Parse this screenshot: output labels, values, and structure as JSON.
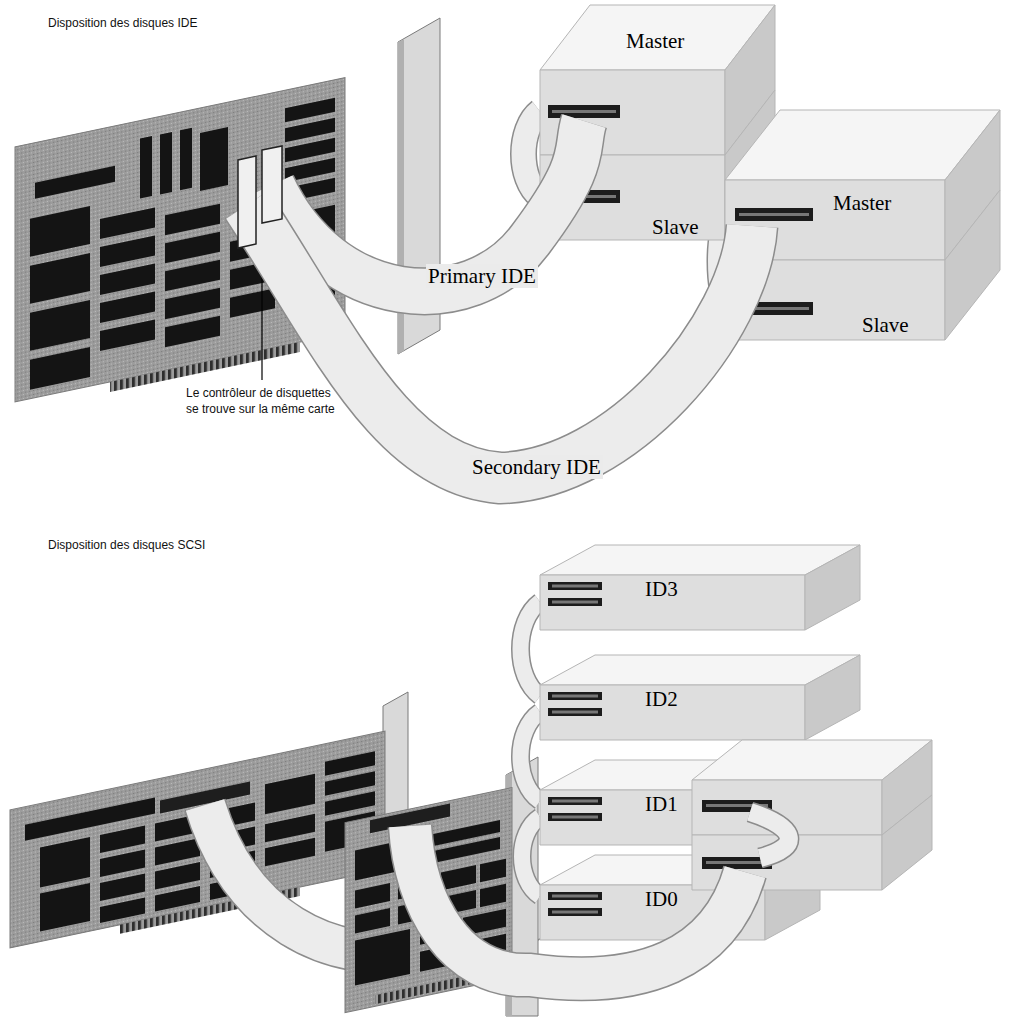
{
  "diagram": {
    "nodes": [
      {
        "text": [
          "Master"
        ]
      },
      {
        "text": [
          "Slave"
        ]
      },
      {
        "text": [
          "Master"
        ]
      },
      {
        "text": [
          "Slave"
        ]
      },
      {
        "text": [
          "ID3"
        ]
      },
      {
        "text": [
          "ID2"
        ]
      },
      {
        "text": [
          "ID1"
        ]
      },
      {
        "text": [
          "ID0"
        ]
      }
    ],
    "edges": [
      {
        "from": 0,
        "to": 1,
        "arrow": "none"
      },
      {
        "from": 2,
        "to": 3,
        "arrow": "none"
      },
      {
        "from": 4,
        "to": 5,
        "arrow": "none"
      },
      {
        "from": 5,
        "to": 6,
        "arrow": "none"
      },
      {
        "from": 6,
        "to": 7,
        "arrow": "none"
      }
    ],
    "labels": [
      "Disposition des disques IDE",
      "Primary IDE",
      "Le contrôleur de disquettes se trouve sur la même carte",
      "Secondary IDE",
      "Disposition des disques SCSI"
    ]
  }
}
